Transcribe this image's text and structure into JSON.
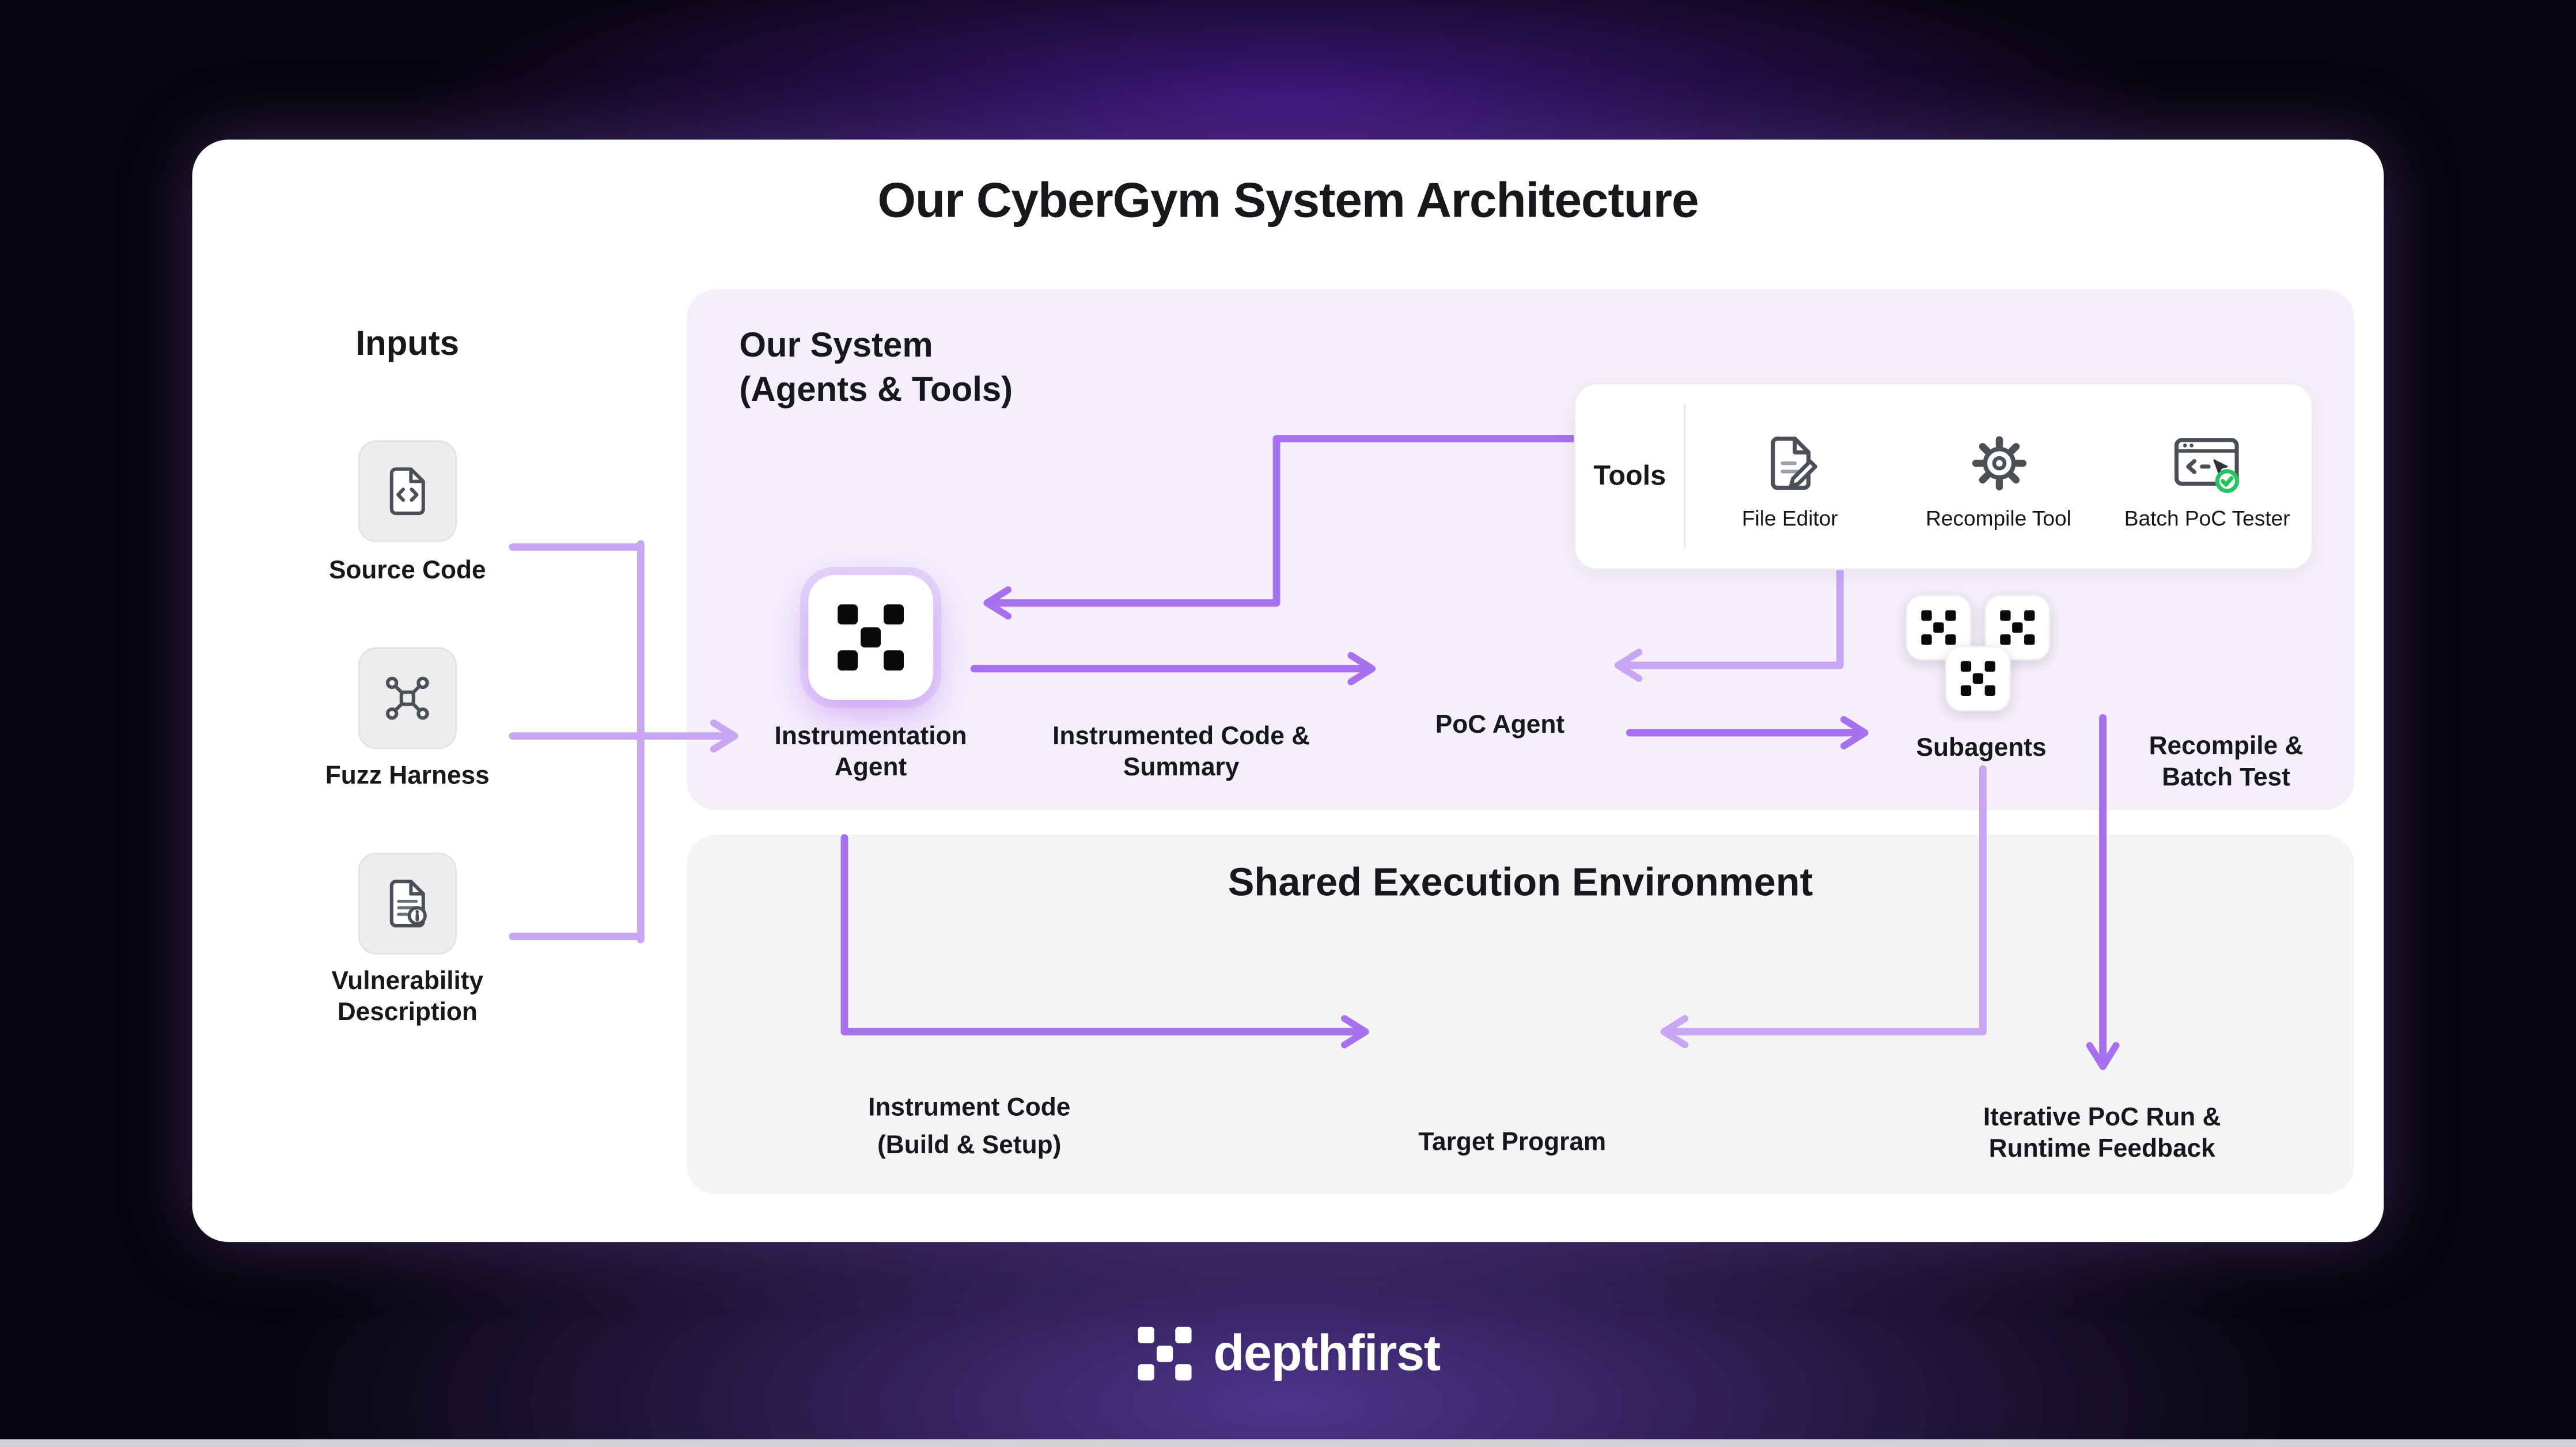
{
  "title": "Our CyberGym System Architecture",
  "inputs": {
    "heading": "Inputs",
    "items": [
      {
        "label": "Source Code",
        "icon": "code-file-icon"
      },
      {
        "label": "Fuzz Harness",
        "icon": "fuzz-harness-icon"
      },
      {
        "label": "Vulnerability\nDescription",
        "icon": "vulnerability-doc-icon"
      }
    ]
  },
  "system": {
    "heading": "Our System\n(Agents & Tools)",
    "tools": {
      "label": "Tools",
      "items": [
        {
          "label": "File Editor",
          "icon": "file-editor-icon"
        },
        {
          "label": "Recompile Tool",
          "icon": "recompile-gear-icon"
        },
        {
          "label": "Batch PoC Tester",
          "icon": "batch-poc-tester-icon"
        }
      ]
    },
    "instrumentation_agent_label": "Instrumentation\nAgent",
    "instrumented_code_label": "Instrumented Code &\nSummary",
    "poc_agent_label": "PoC Agent",
    "subagents_label": "Subagents",
    "recompile_label": "Recompile &\nBatch Test"
  },
  "execution": {
    "heading": "Shared Execution Environment",
    "instrument_code_label": "Instrument Code\n(Build & Setup)",
    "target_program_label": "Target Program",
    "iterative_label": "Iterative PoC Run &\nRuntime Feedback"
  },
  "brand": {
    "name": "depthfirst",
    "icon": "depthfirst-pixel-logo-icon"
  },
  "colors": {
    "arrow_main": "#a770ee",
    "arrow_light": "#c9a6f3",
    "card_bg": "#ffffff",
    "panel_system_bg": "#f5effc",
    "panel_exec_bg": "#f4f4f6",
    "background_glow": "#7c3aed",
    "text_primary": "#17181c",
    "check_green": "#22c55e"
  }
}
